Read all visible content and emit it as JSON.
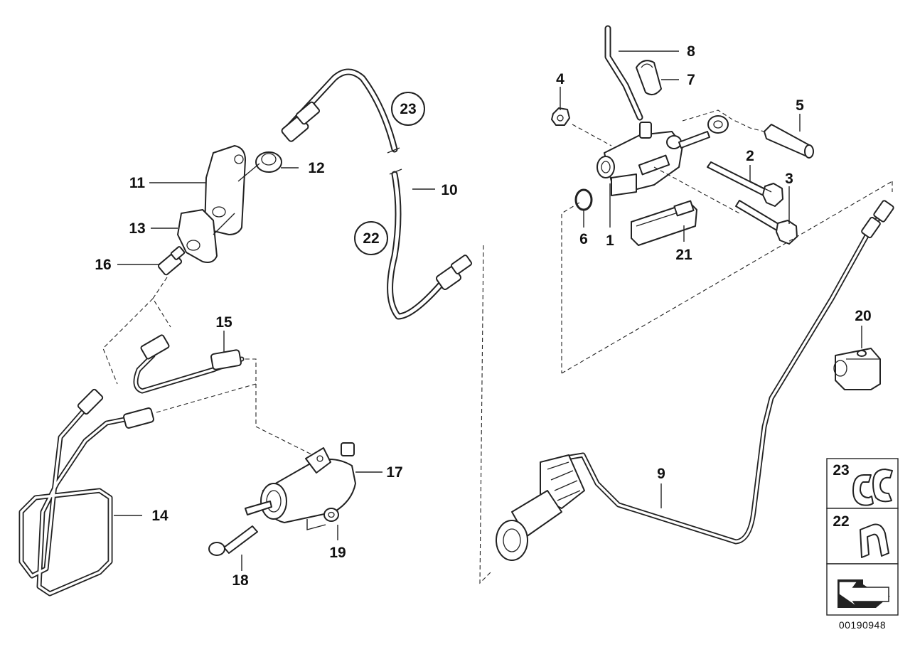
{
  "diagram": {
    "reference_code": "00190948",
    "part_numbers": [
      "1",
      "2",
      "3",
      "4",
      "5",
      "6",
      "7",
      "8",
      "9",
      "10",
      "11",
      "12",
      "13",
      "14",
      "15",
      "16",
      "17",
      "18",
      "19",
      "20",
      "21"
    ],
    "circled_numbers": [
      "23",
      "22"
    ],
    "legend_numbers": [
      "23",
      "22"
    ]
  }
}
